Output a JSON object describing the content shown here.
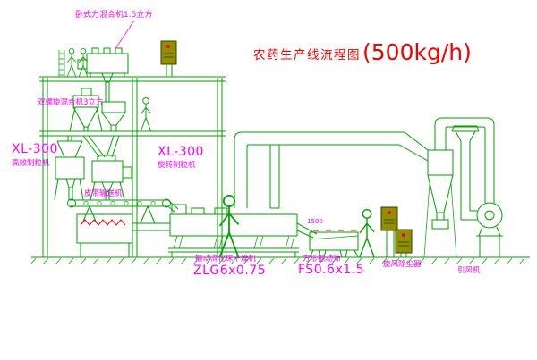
{
  "title": {
    "main": "农药生产线流程图",
    "capacity": "(500kg/h)"
  },
  "labels": {
    "horizontal_mixer": "卧式力混合机1.5立方",
    "spiral_mixer": "双螺旋混合机3立方",
    "granulator_left_model": "XL-300",
    "granulator_left_name": "高效制粒机",
    "granulator_center_model": "XL-300",
    "granulator_center_name": "旋转制粒机",
    "belt_conveyor": "皮带输送机",
    "dryer_name": "振动流化床干燥机",
    "dryer_model": "ZLG6x0.75",
    "screen_name": "方形振动筛",
    "screen_model": "FS0.6x1.5",
    "cyclone": "旋风除尘器",
    "fan": "引风机",
    "dim_feed": "1500"
  },
  "colors": {
    "line": "#00a000",
    "label": "#ff00ff",
    "title": "#f00000",
    "cabinet": "#8f8f00",
    "flame": "#ee0000"
  }
}
